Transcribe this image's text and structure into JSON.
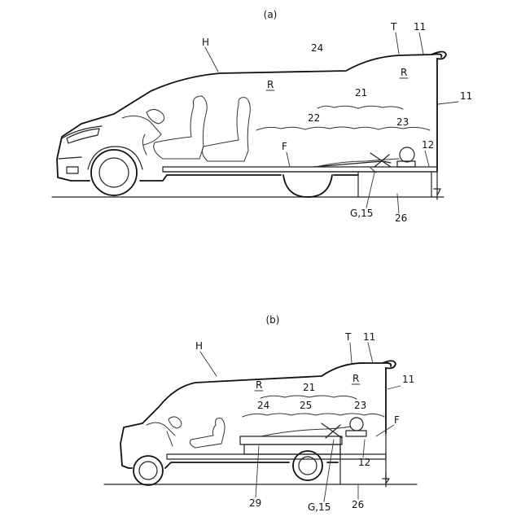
{
  "panel_a": {
    "caption": "(a)",
    "labels": {
      "H": "H",
      "T": "T",
      "n11_top": "11",
      "n24": "24",
      "R1": "R",
      "R2": "R",
      "n11_right": "11",
      "n21": "21",
      "n22": "22",
      "n23": "23",
      "F": "F",
      "n12": "12",
      "G15": "G,15",
      "n26": "26"
    }
  },
  "panel_b": {
    "caption": "(b)",
    "labels": {
      "H": "H",
      "T": "T",
      "n11_top": "11",
      "n11_right": "11",
      "R1": "R",
      "R2": "R",
      "n21": "21",
      "n24": "24",
      "n25": "25",
      "n23": "23",
      "F": "F",
      "n12": "12",
      "n29": "29",
      "G15": "G,15",
      "n26": "26"
    }
  }
}
